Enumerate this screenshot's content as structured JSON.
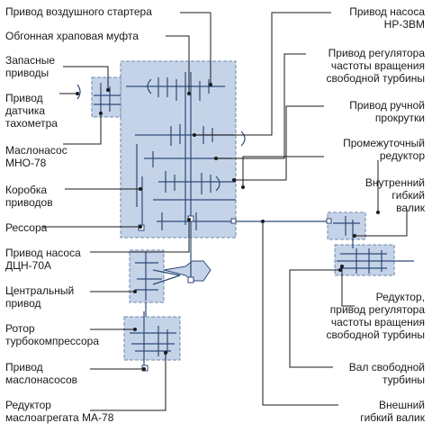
{
  "labels": {
    "air_starter_drive": "Привод воздушного стартера",
    "overrunning_ratchet_clutch": "Обгонная храповая муфта",
    "spare_drives": "Запасные\nприводы",
    "tachometer_sensor_drive": "Привод\nдатчика\nтахометра",
    "oil_pump_mno78": "Маслонасос\nМНО-78",
    "drive_gearbox": "Коробка\nприводов",
    "spring_shaft": "Рессора",
    "pump_dcn70a_drive": "Привод насоса\nДЦН-70А",
    "central_drive": "Центральный\nпривод",
    "turbocompressor_rotor": "Ротор\nтурбокомпрессора",
    "oil_pumps_drive": "Привод\nмаслонасосов",
    "oil_unit_reducer": "Редуктор\nмаслоагрегата МА-78",
    "pump_nr3vm_drive": "Привод насоса\nНР-3ВМ",
    "free_turbine_speed_governor_drive": "Привод регулятора\nчастоты вращения\nсвободной турбины",
    "manual_cranking_drive": "Привод ручной\nпрокрутки",
    "intermediate_reducer": "Промежуточный\nредуктор",
    "inner_flexible_shaft": "Внутренний\nгибкий\nвалик",
    "governor_reducer": "Редуктор,\nпривод регулятора\nчастоты вращения\nсвободной турбины",
    "free_turbine_shaft": "Вал свободной\nтурбины",
    "outer_flexible_shaft": "Внешний\nгибкий валик"
  },
  "colors": {
    "block_fill": "#c5d3e8",
    "block_border": "#6d87b0",
    "mechanism": "#2e4a78",
    "leader": "#1a1a1a",
    "text": "#1a1a1a"
  }
}
